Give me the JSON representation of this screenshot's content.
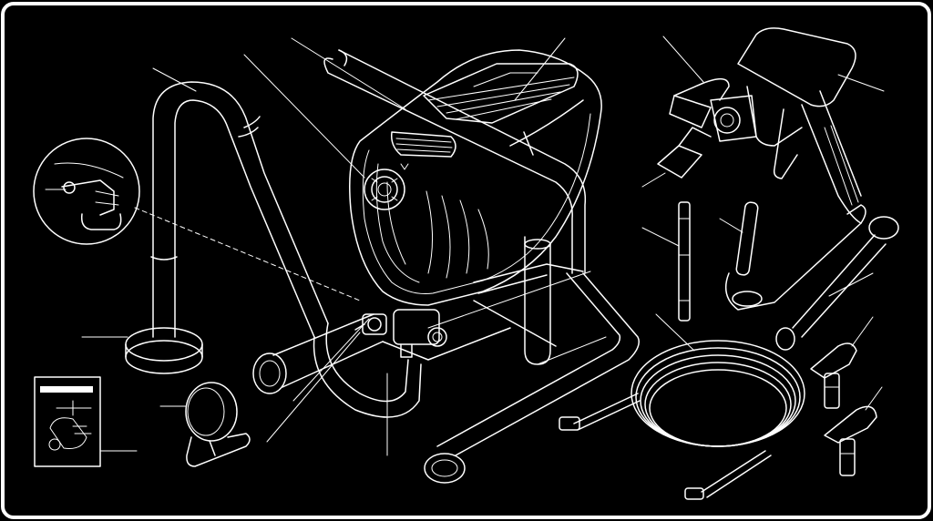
{
  "diagram": {
    "background_color": "#000000",
    "line_color": "#ffffff",
    "outer_border_color": "#ffffff",
    "components": [
      {
        "id": "paint-sprayer-unit",
        "icon": "sprayer-body"
      },
      {
        "id": "suction-tube",
        "icon": "suction-tube"
      },
      {
        "id": "inlet-strainer",
        "icon": "inlet-strainer"
      },
      {
        "id": "inlet-valve-detail",
        "icon": "detail-circle"
      },
      {
        "id": "prime-valve",
        "icon": "prime-valve"
      },
      {
        "id": "pressure-control-knob",
        "icon": "pressure-knob"
      },
      {
        "id": "return-tube",
        "icon": "return-tube"
      },
      {
        "id": "stand-frame",
        "icon": "stand-frame"
      },
      {
        "id": "fluid-outlet",
        "icon": "outlet-fitting"
      },
      {
        "id": "pressure-gauge-adapter",
        "icon": "gauge"
      },
      {
        "id": "instruction-booklet",
        "icon": "booklet"
      },
      {
        "id": "spray-gun",
        "icon": "spray-gun"
      },
      {
        "id": "spray-tip",
        "icon": "spray-tip"
      },
      {
        "id": "tip-guard",
        "icon": "tip-guard"
      },
      {
        "id": "gun-extension",
        "icon": "extension-rod"
      },
      {
        "id": "gun-filter",
        "icon": "gun-filter"
      },
      {
        "id": "whip-hose",
        "icon": "whip-hose"
      },
      {
        "id": "airless-hose",
        "icon": "hose-coil"
      },
      {
        "id": "spare-tip-guard-1",
        "icon": "tip-guard-small"
      },
      {
        "id": "spare-tip-guard-2",
        "icon": "tip-guard-small"
      }
    ]
  }
}
